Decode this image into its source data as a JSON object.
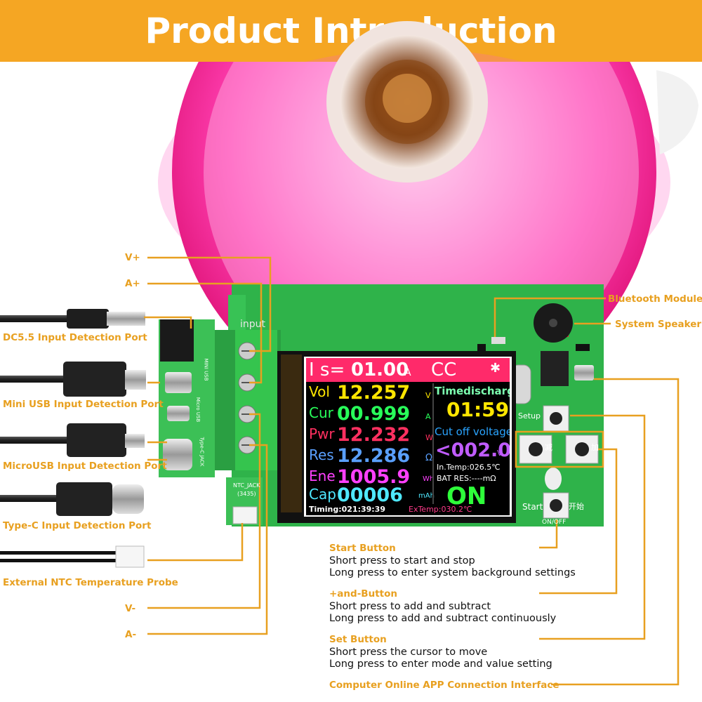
{
  "banner": {
    "title": "Product Introduction"
  },
  "left_labels": {
    "v_plus": "V+",
    "a_plus": "A+",
    "dc55": "DC5.5 Input Detection Port",
    "mini_usb": "Mini USB Input Detection Port",
    "micro_usb": "MicroUSB Input Detection Port",
    "type_c": "Type-C Input Detection Port",
    "ntc": "External NTC Temperature Probe",
    "v_minus": "V-",
    "a_minus": "A-"
  },
  "right_labels": {
    "bluetooth": "Bluetooth Module",
    "speaker": "System Speaker"
  },
  "buttons_info": {
    "start": {
      "title": "Start Button",
      "line1": "Short press to start and stop",
      "line2": "Long press to enter system background settings"
    },
    "plus_minus": {
      "title": "+and-Button",
      "line1": "Short press to add and subtract",
      "line2": "Long press to add and subtract continuously"
    },
    "set": {
      "title": "Set Button",
      "line1": "Short press the cursor to move",
      "line2": "Long press to enter mode and value setting"
    },
    "computer": {
      "title": "Computer Online APP Connection Interface"
    }
  },
  "board": {
    "setup_label": "Setup",
    "start_label": "Start",
    "minus_cn": "减",
    "plus_cn": "加",
    "start_cn": "开始",
    "onoff": "ON/OFF",
    "ntc_jack": "NTC_JACK",
    "ntc_model": "(3435)",
    "input_text": "input",
    "mini_usb_pcb": "MINI USB",
    "micro_usb_pcb": "Micro USB",
    "typec_pcb": "Type-C JACK"
  },
  "lcd": {
    "is_label": "I s=",
    "is_value": "01.00",
    "is_unit": "A",
    "mode": "CC",
    "vol_label": "Vol",
    "vol_value": "12.257",
    "vol_unit": "V",
    "cur_label": "Cur",
    "cur_value": "00.999",
    "cur_unit": "A",
    "pwr_label": "Pwr",
    "pwr_value": "12.232",
    "pwr_unit": "W",
    "res_label": "Res",
    "res_value": "12.286",
    "res_unit": "Ω",
    "ene_label": "Ene",
    "ene_value": "1005.9",
    "ene_unit": "Wh",
    "cap_label": "Cap",
    "cap_value": "00006",
    "cap_unit": "mAh",
    "timedischarge": "Timedischarge",
    "timer": "01:59",
    "cutoff": "Cut off voltage",
    "cutoff_value": "<002.0",
    "cutoff_unit": "V",
    "in_temp": "In.Temp:026.5℃",
    "bat_res": "BAT RES:----mΩ",
    "state": "ON",
    "timing": "Timing:021:39:39",
    "ex_temp": "ExTemp:030.2℃"
  },
  "colors": {
    "accent": "#f5a623",
    "label_orange": "#e8a020",
    "pcb_green": "#2fb34a",
    "fan_pink": "#ff3fae"
  }
}
